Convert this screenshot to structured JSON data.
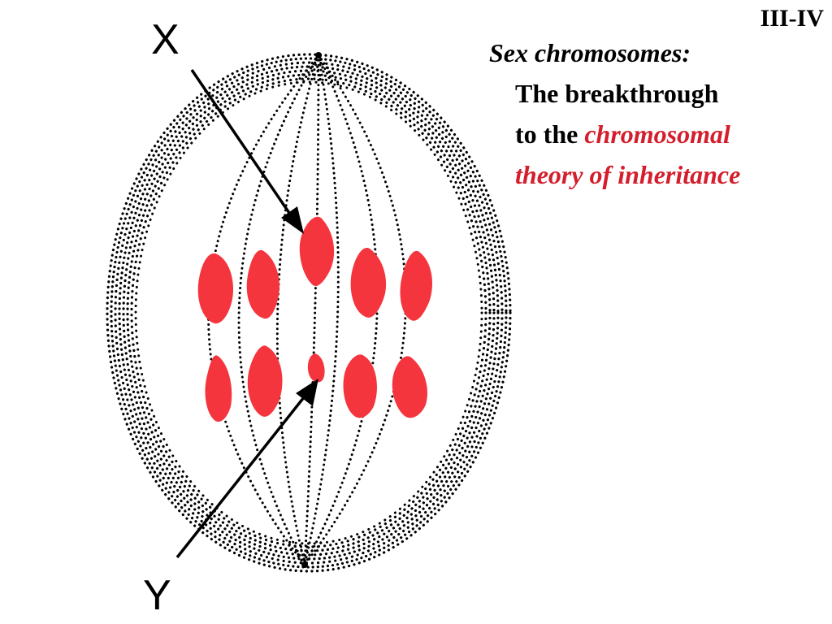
{
  "slide": {
    "number": "III-IV"
  },
  "title": {
    "line1": "Sex chromosomes:",
    "line2": "The breakthrough",
    "line3_prefix": "to the",
    "line3_highlight": "chromosomal",
    "line4_highlight": "theory of inheritance"
  },
  "diagram": {
    "label_x": "X",
    "label_y": "Y",
    "chromosome_color": "#f5353e",
    "spindle_color": "#000000"
  }
}
